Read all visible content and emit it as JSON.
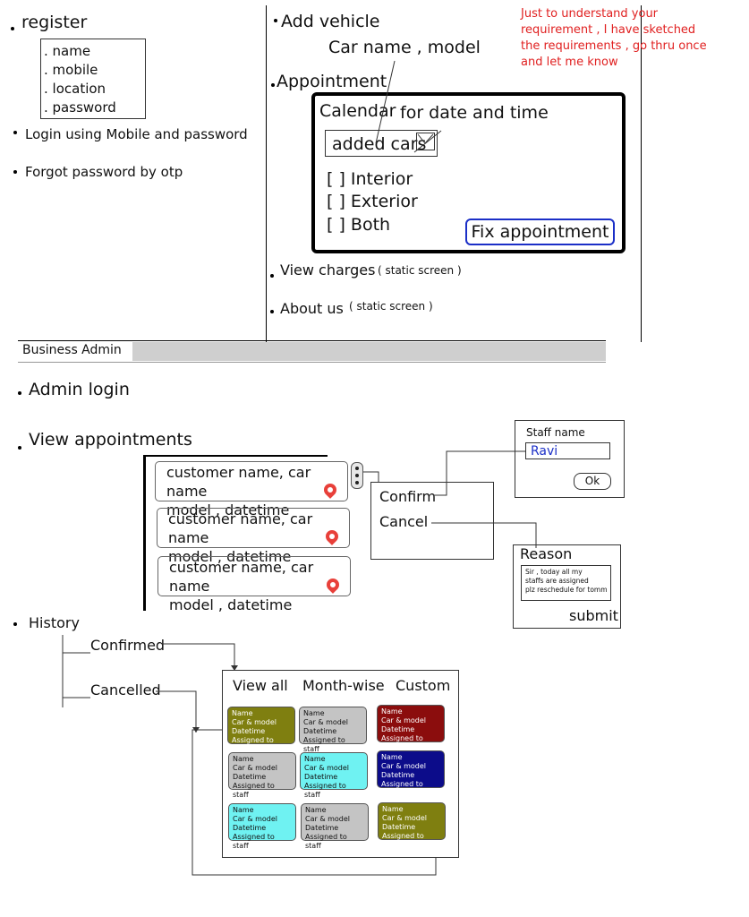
{
  "user_app": {
    "register": {
      "title": "register",
      "fields": [
        ". name",
        ". mobile",
        ". location",
        ". password"
      ]
    },
    "login": "Login using Mobile and password",
    "forgot": "Forgot password by otp"
  },
  "vehicle": {
    "add_vehicle": "Add vehicle",
    "car_name_model": "Car name , model"
  },
  "appointment": {
    "title": "Appointment",
    "calendar": "Calendar",
    "date_time": "for date and time",
    "added_cars": "added cars",
    "options": [
      "[ ] Interior",
      "[ ] Exterior",
      "[ ] Both"
    ],
    "fix_button": "Fix appointment"
  },
  "static_pages": {
    "view_charges": "View charges",
    "about_us": "About us",
    "note": "( static screen )"
  },
  "note": {
    "lines": [
      "Just to understand your",
      "requirement , I have sketched",
      "the requirements , go thru once",
      "and let me know"
    ],
    "color": "#e02020"
  },
  "admin": {
    "header": "Business Admin",
    "admin_login": "Admin login",
    "view_appointments": "View appointments",
    "appointment_rows": [
      {
        "line1": "customer name, car name",
        "line2": "model , datetime"
      },
      {
        "line1": "customer name, car name",
        "line2": "model , datetime"
      },
      {
        "line1": "customer name, car name",
        "line2": "model , datetime"
      }
    ],
    "action_menu": {
      "confirm": "Confirm",
      "cancel": "Cancel"
    },
    "staff_popup": {
      "label": "Staff name",
      "value": "Ravi",
      "ok": "Ok"
    },
    "reason_popup": {
      "label": "Reason",
      "text_lines": [
        "Sir , today all my",
        "staffs are assigned",
        "plz reschedule for tomm"
      ],
      "submit": "submit"
    }
  },
  "history": {
    "title": "History",
    "branches": [
      "Confirmed",
      "Cancelled"
    ],
    "tabs": [
      "View all",
      "Month-wise",
      "Custom"
    ],
    "tile_lines": [
      "Name",
      "Car  & model",
      "Datetime",
      "Assigned to staff"
    ],
    "tile_colors": [
      "#7f7f10",
      "#c4c4c4",
      "#8b0d0d",
      "#c4c4c4",
      "#6ff2f2",
      "#0c0c8a",
      "#6ff2f2",
      "#c4c4c4",
      "#7f7f10"
    ]
  }
}
